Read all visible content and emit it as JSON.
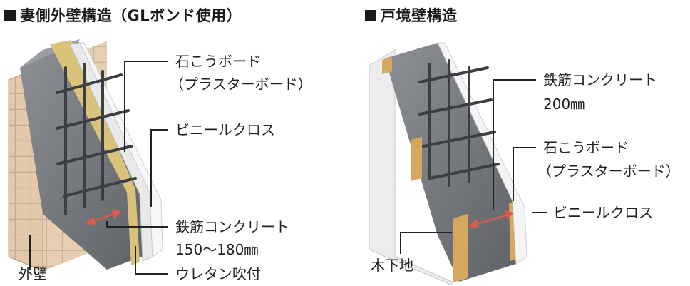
{
  "left_panel": {
    "title": "妻側外壁構造（GLボンド使用）",
    "labels": {
      "gypsum_board": "石こうボード",
      "gypsum_board_sub": "（プラスターボード）",
      "vinyl_cloth": "ビニールクロス",
      "rc": "鉄筋コンクリート",
      "rc_thickness": "150〜180㎜",
      "urethane": "ウレタン吹付",
      "exterior_wall": "外壁"
    }
  },
  "right_panel": {
    "title": "戸境壁構造",
    "labels": {
      "rc": "鉄筋コンクリート",
      "rc_thickness": "200㎜",
      "gypsum_board": "石こうボード",
      "gypsum_board_sub": "（プラスターボード）",
      "vinyl_cloth": "ビニールクロス",
      "wood_base": "木下地"
    }
  },
  "colors": {
    "concrete": "#7d8084",
    "concrete_dark": "#5a5d61",
    "tile": "#e3c9ab",
    "tile_grout": "#c9ab8a",
    "urethane": "#d9c27a",
    "board": "#ececec",
    "wood": "#d6a85f",
    "arrow": "#e05a4a",
    "leader": "#222222"
  },
  "icons": [
    "title-square-icon",
    "rebar-icon",
    "dimension-arrow-icon"
  ]
}
